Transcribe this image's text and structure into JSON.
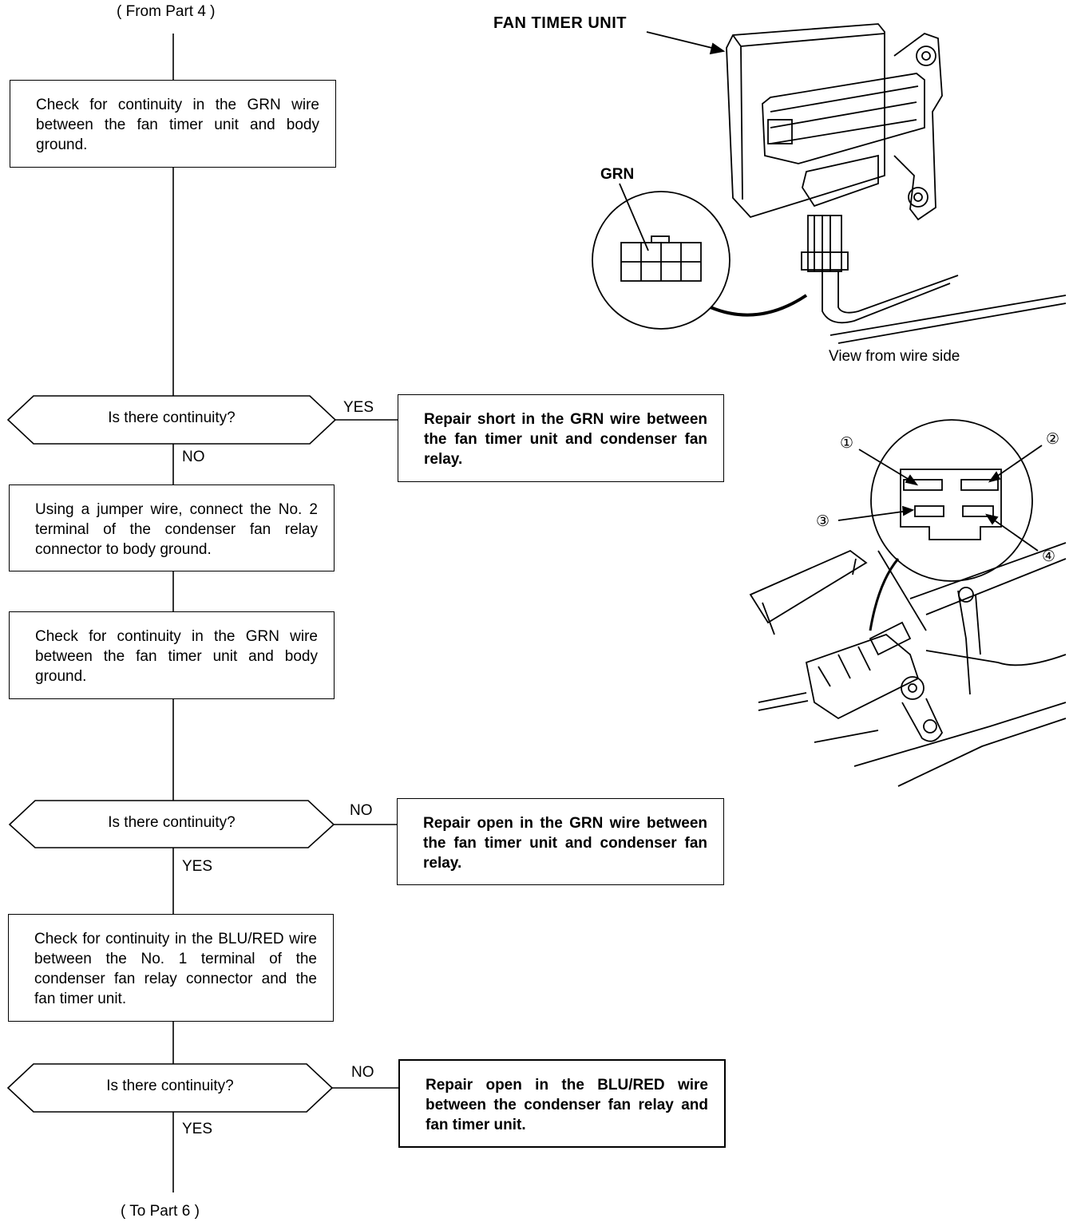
{
  "flow": {
    "from_part": "( From Part  4 )",
    "to_part": "( To Part 6 )",
    "step1": "Check for continuity in the GRN wire between the fan timer unit and body ground.",
    "decision1": "Is there continuity?",
    "decision1_yes": "YES",
    "decision1_no": "NO",
    "repair1": "Repair short in the GRN wire between the fan timer unit and condenser fan relay.",
    "step2": "Using a jumper wire, connect the No. 2 terminal of the condenser fan relay connector to body ground.",
    "step3": "Check for continuity in the GRN wire between the fan timer unit and body ground.",
    "decision2": "Is there continuity?",
    "decision2_no": "NO",
    "decision2_yes": "YES",
    "repair2": "Repair open in the GRN wire between the fan timer unit and condenser fan relay.",
    "step4": "Check for continuity in the BLU/RED wire between the No. 1 terminal of the condenser fan relay connector and the fan timer unit.",
    "decision3": "Is there continuity?",
    "decision3_no": "NO",
    "decision3_yes": "YES",
    "repair3": "Repair open in the BLU/RED wire between the condenser fan relay and fan timer unit."
  },
  "illustration": {
    "fan_timer_label": "FAN TIMER UNIT",
    "grn_label": "GRN",
    "view_caption": "View from wire side",
    "terminal_1": "①",
    "terminal_2": "②",
    "terminal_3": "③",
    "terminal_4": "④"
  }
}
